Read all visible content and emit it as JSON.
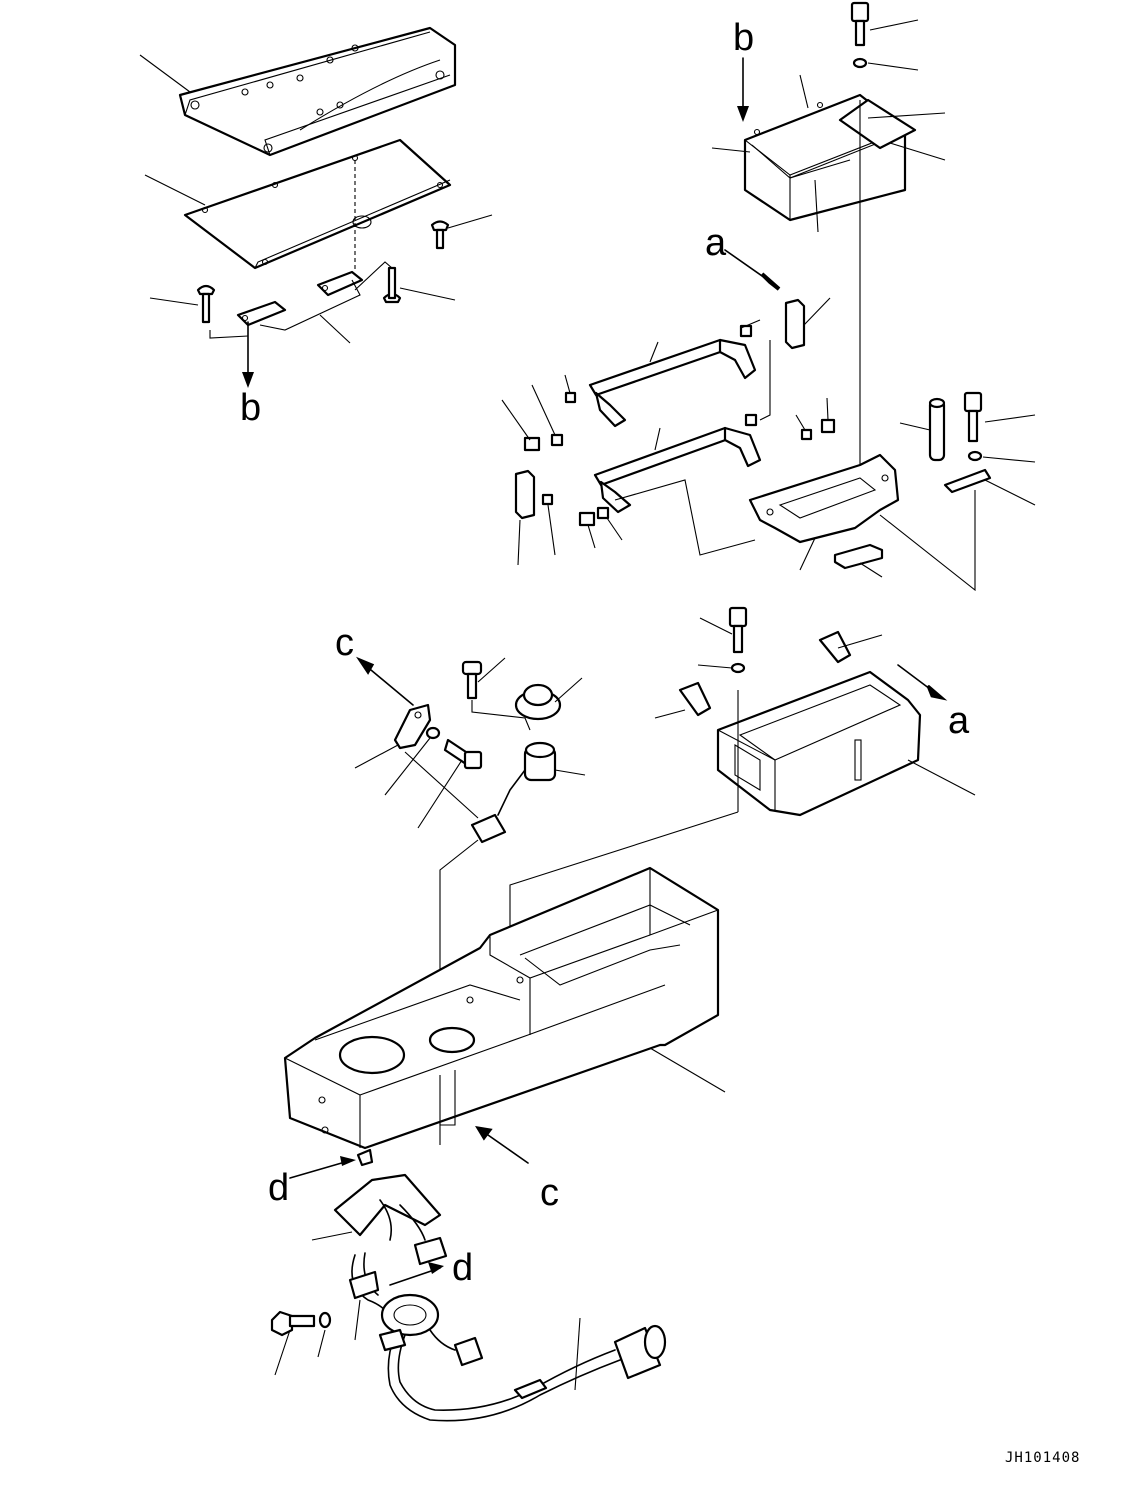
{
  "diagram": {
    "callouts": {
      "a_top": "a",
      "a_side": "a",
      "b_top": "b",
      "b_left": "b",
      "c_top": "c",
      "c_bottom": "c",
      "d_left": "d",
      "d_right": "d"
    },
    "drawing_code": "JH101408"
  }
}
